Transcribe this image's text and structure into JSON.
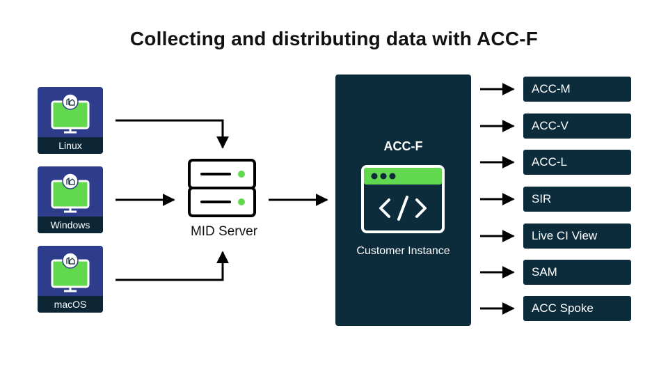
{
  "title": "Collecting and distributing data with ACC-F",
  "agents": [
    {
      "label": "Linux"
    },
    {
      "label": "Windows"
    },
    {
      "label": "macOS"
    }
  ],
  "mid_server": {
    "label": "MID Server"
  },
  "instance": {
    "name": "ACC-F",
    "subtitle": "Customer Instance"
  },
  "targets": [
    {
      "label": "ACC-M"
    },
    {
      "label": "ACC-V"
    },
    {
      "label": "ACC-L"
    },
    {
      "label": "SIR"
    },
    {
      "label": "Live CI View"
    },
    {
      "label": "SAM"
    },
    {
      "label": "ACC Spoke"
    }
  ],
  "colors": {
    "agent_bg": "#2e3c8c",
    "dark_navy": "#0c2c3c",
    "green": "#62d84e",
    "arrow": "#000000"
  }
}
